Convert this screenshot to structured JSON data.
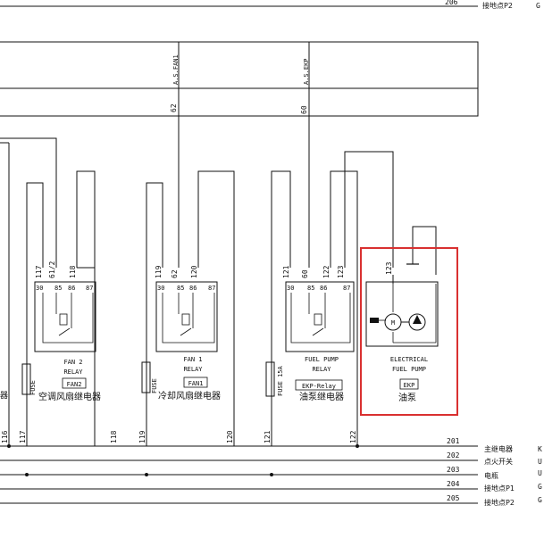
{
  "colors": {
    "line": "#111111",
    "highlight": "#d93030",
    "background": "#ffffff"
  },
  "top": {
    "wire_number": "206",
    "label": "接地点P2",
    "suffix": "G"
  },
  "bus": {
    "as_fan1": "A.S.FAN1",
    "as_ekp": "A.S.EKP",
    "wire_fan1": "62",
    "wire_ekp": "60"
  },
  "relays": [
    {
      "id": "fan2",
      "pins": [
        "117",
        "61/2",
        "118"
      ],
      "terminals": [
        "30",
        "85",
        "86",
        "87"
      ],
      "name_lines": [
        "FAN 2",
        "RELAY"
      ],
      "code": "FAN2",
      "cn_name": "空调风扇继电器",
      "fuse_label": "FUSE",
      "bottom_wires": [
        "117",
        "118"
      ]
    },
    {
      "id": "fan1",
      "pins": [
        "119",
        "62",
        "120"
      ],
      "terminals": [
        "30",
        "85",
        "86",
        "87"
      ],
      "name_lines": [
        "FAN 1",
        "RELAY"
      ],
      "code": "FAN1",
      "cn_name": "冷却风扇继电器",
      "fuse_label": "FUSE",
      "bottom_wires": [
        "119",
        "120"
      ]
    },
    {
      "id": "ekp",
      "pins": [
        "121",
        "60",
        "122",
        "123"
      ],
      "terminals": [
        "30",
        "85",
        "86",
        "87"
      ],
      "name_lines": [
        "FUEL PUMP",
        "RELAY"
      ],
      "code": "EKP-Relay",
      "cn_name": "油泵继电器",
      "fuse_label": "FUSE 15A",
      "bottom_wires": [
        "121",
        "122"
      ]
    }
  ],
  "pump": {
    "pin": "123",
    "motor_label": "M",
    "name_lines": [
      "ELECTRICAL",
      "FUEL PUMP"
    ],
    "code": "EKP",
    "cn_name": "油泵"
  },
  "left_edge": {
    "bottom_wire": "116",
    "partial_text": "器"
  },
  "ground_lines": [
    {
      "num": "201",
      "label": "主继电器",
      "suffix": "K"
    },
    {
      "num": "202",
      "label": "点火开关",
      "suffix": "U"
    },
    {
      "num": "203",
      "label": "电瓶",
      "suffix": "U"
    },
    {
      "num": "204",
      "label": "接地点P1",
      "suffix": "G"
    },
    {
      "num": "205",
      "label": "接地点P2",
      "suffix": "G"
    }
  ]
}
